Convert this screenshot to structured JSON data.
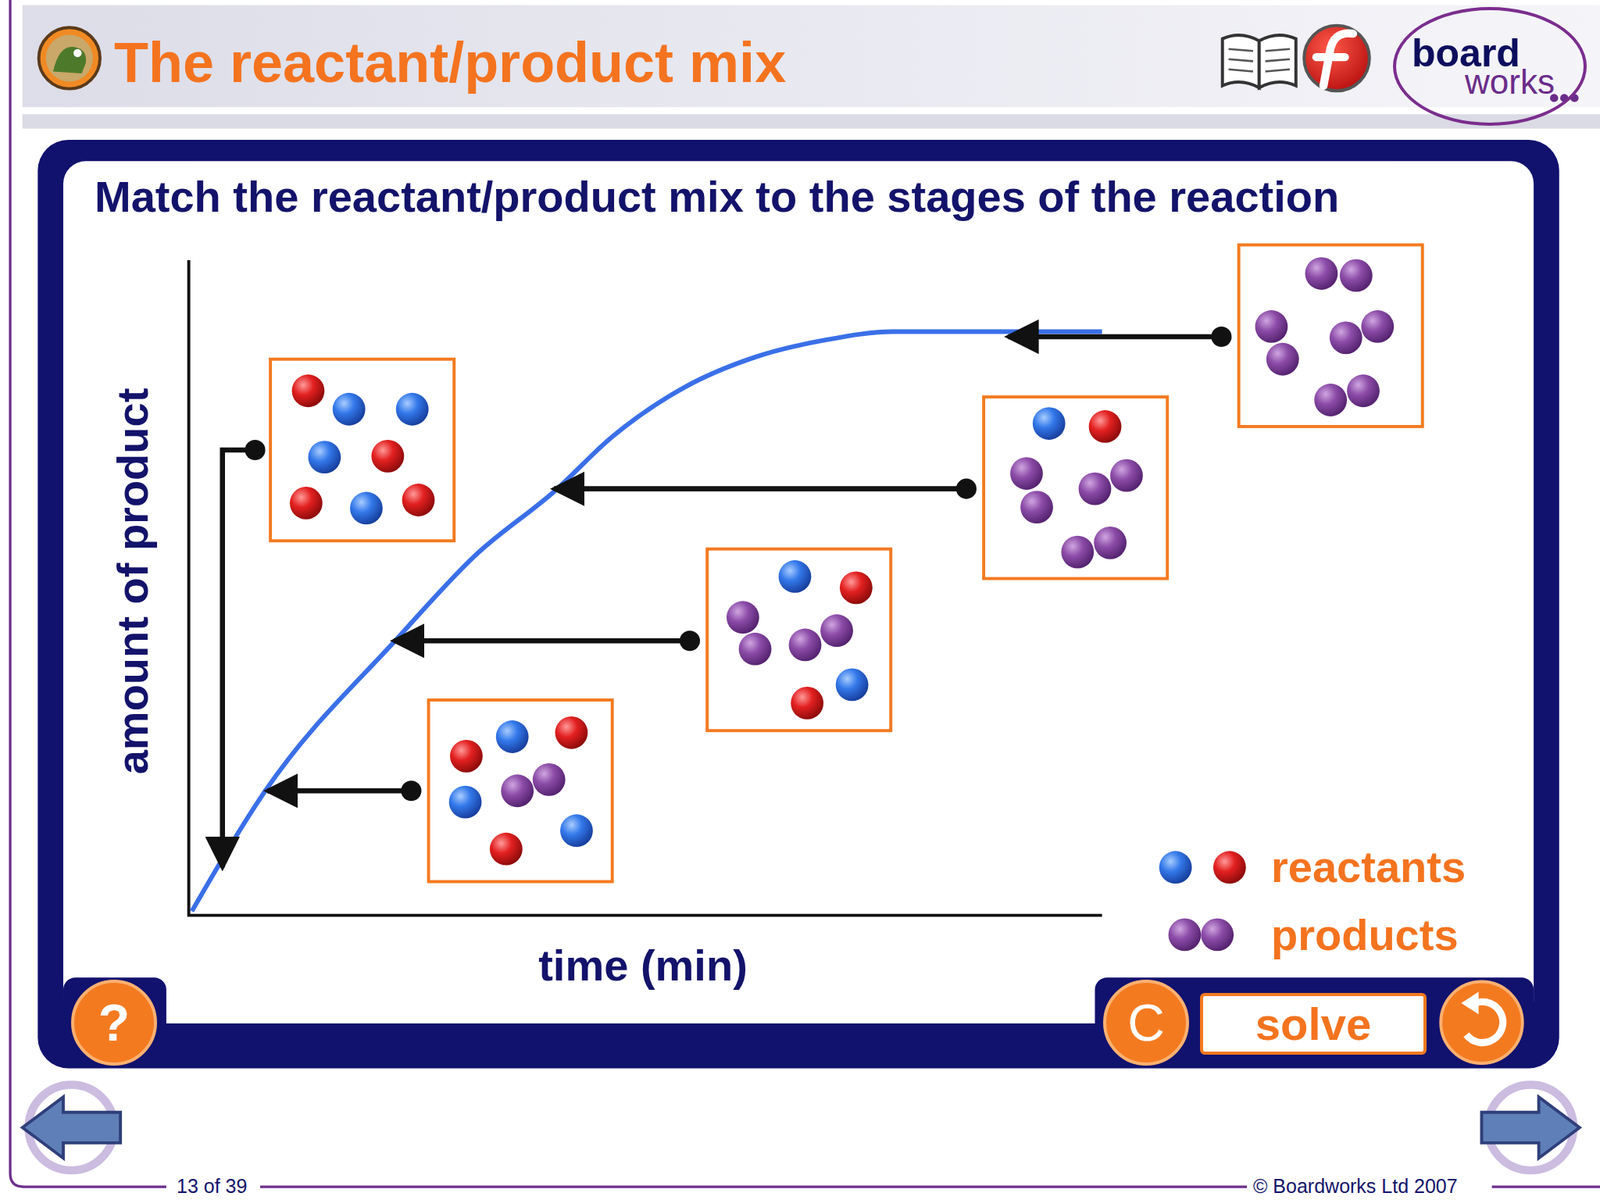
{
  "diagram": {
    "title": "The reactant/product mix",
    "nodes": [
      {
        "text": [
          "board",
          "works"
        ]
      },
      {
        "text": [
          "?"
        ]
      },
      {
        "text": [
          "C"
        ]
      },
      {
        "text": [
          "solve"
        ]
      }
    ],
    "labels": [
      "Match the reactant/product mix to the stages of the reaction",
      "amount of product",
      "time (min)",
      "13 of 39",
      "© Boardworks Ltd 2007"
    ],
    "legend": [
      {
        "text": "reactants"
      },
      {
        "text": "products"
      }
    ]
  }
}
